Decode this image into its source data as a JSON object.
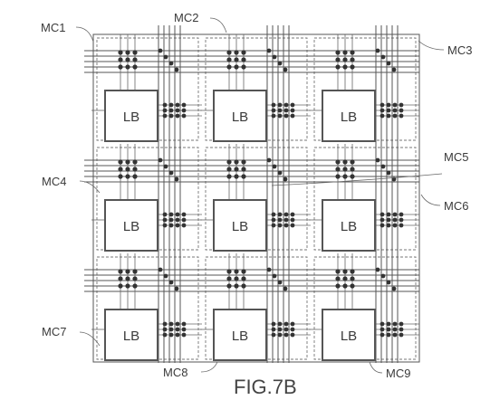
{
  "figure_caption": "FIG.7B",
  "logic_block_label": "LB",
  "macro_labels": {
    "mc1": "MC1",
    "mc2": "MC2",
    "mc3": "MC3",
    "mc4": "MC4",
    "mc5": "MC5",
    "mc6": "MC6",
    "mc7": "MC7",
    "mc8": "MC8",
    "mc9": "MC9"
  },
  "grid": {
    "rows": 3,
    "columns": 3
  }
}
